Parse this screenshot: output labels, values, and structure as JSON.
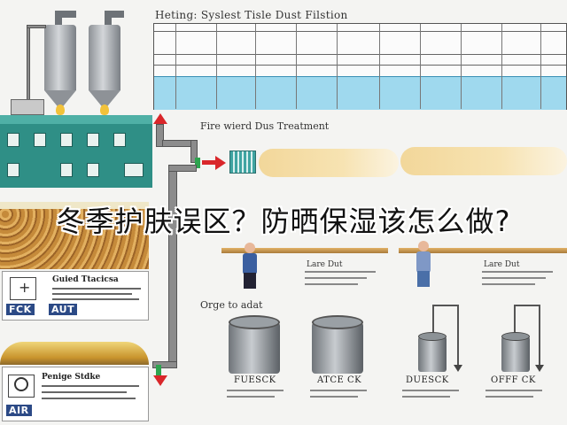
{
  "headline": "冬季护肤误区？防晒保湿该怎么做?",
  "top_chart": {
    "title": "Heting: Syslest Tisle Dust Filstion"
  },
  "middle": {
    "title": "Fire wierd Dus Treatment",
    "left_caption": "Lare Dut",
    "right_caption": "Lare Dut",
    "tanks_title": "Orge to adat"
  },
  "legend_top": {
    "title": "Guied Ttacicsa",
    "tag_left": "FCK",
    "tag_right": "AUT"
  },
  "legend_bottom": {
    "title": "Penige Stdke",
    "tag": "AIR"
  },
  "tanks": [
    {
      "label": "FUESCK"
    },
    {
      "label": "ATCE CK"
    },
    {
      "label": "DUESCK"
    },
    {
      "label": "OFFF CK"
    }
  ],
  "colors": {
    "accent_teal": "#2f8f86",
    "pipe_arrow": "#d9262a",
    "band_blue": "#9fd9ee"
  }
}
